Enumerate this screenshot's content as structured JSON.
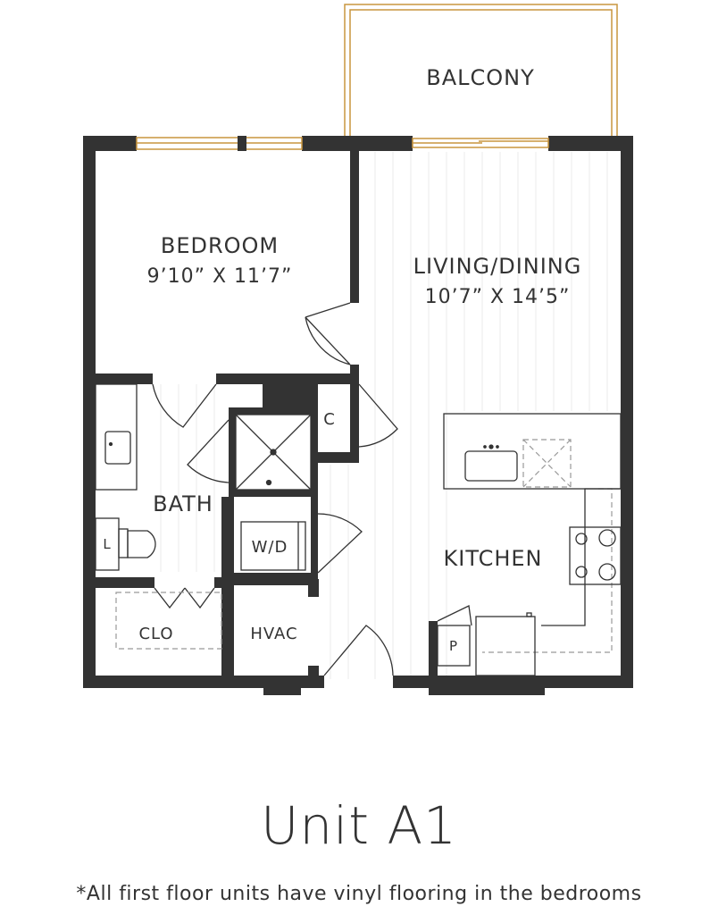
{
  "plan": {
    "rooms": {
      "balcony": "BALCONY",
      "bedroom": "BEDROOM",
      "bedroom_dim": "9’10” X 11’7”",
      "living": "LIVING/DINING",
      "living_dim": "10’7” X 14’5”",
      "bath": "BATH",
      "kitchen": "KITCHEN",
      "closet": "CLO",
      "hvac": "HVAC",
      "washer_dryer": "W/D",
      "coat_closet": "C",
      "linen": "L",
      "pantry": "P"
    },
    "colors": {
      "wall": "#333333",
      "window": "#c9963e",
      "fixture": "#333333",
      "floor_line": "#e6e6e6"
    }
  },
  "title": "Unit A1",
  "footnote": "*All first floor units have vinyl flooring in the bedrooms"
}
